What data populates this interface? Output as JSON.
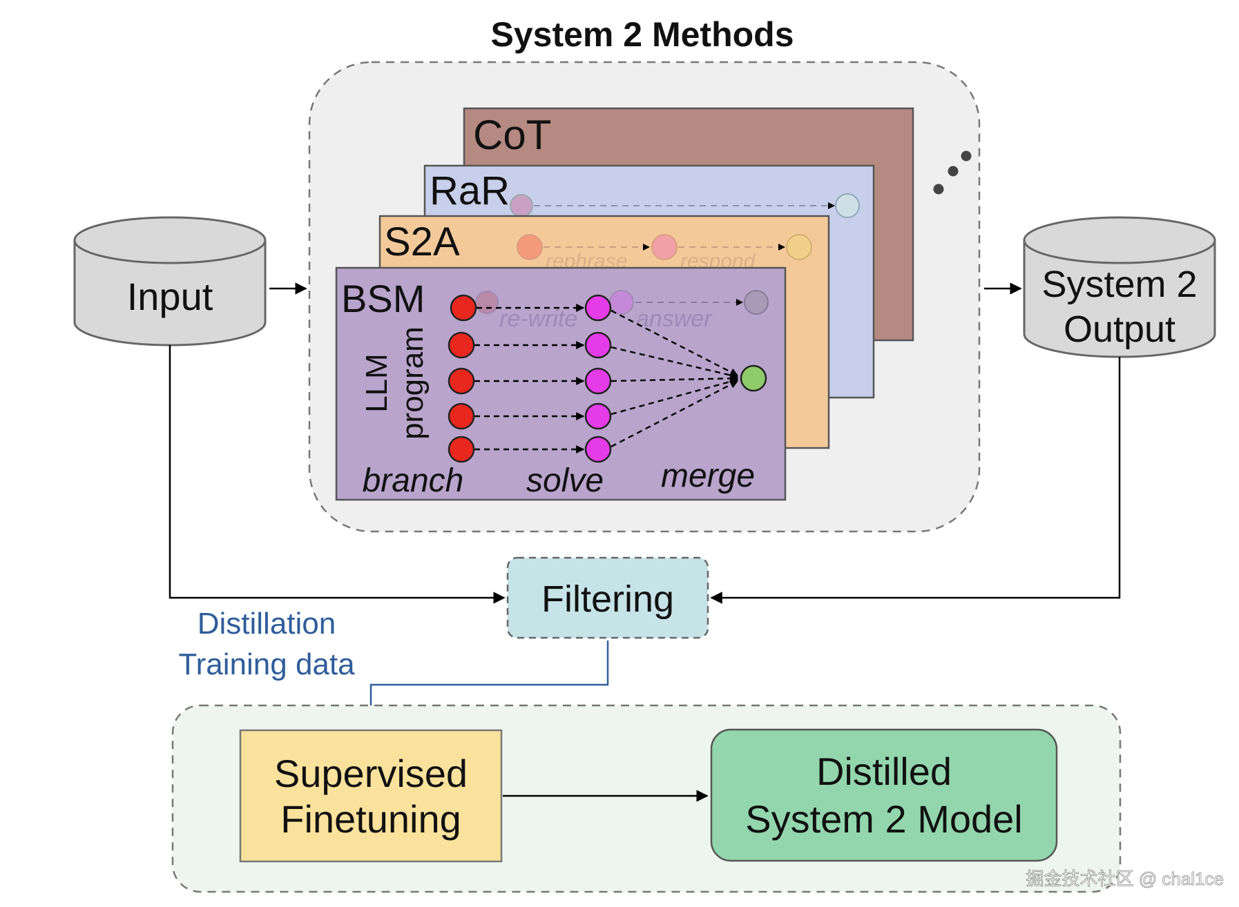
{
  "title": "System 2 Methods",
  "input_label": "Input",
  "output_label_line1": "System 2",
  "output_label_line2": "Output",
  "filtering_label": "Filtering",
  "distillation_line1": "Distillation",
  "distillation_line2": "Training data",
  "sft_line1": "Supervised",
  "sft_line2": "Finetuning",
  "distilled_line1": "Distilled",
  "distilled_line2": "System 2 Model",
  "methods": {
    "cot": {
      "label": "CoT",
      "color": "#b58a82"
    },
    "rar": {
      "label": "RaR",
      "color": "#c7cfea"
    },
    "s2a": {
      "label": "S2A",
      "color": "#f4c99a",
      "edge_label_1": "rephrase",
      "edge_label_2": "respond"
    },
    "bsm": {
      "label": "BSM",
      "color": "#b9a4cc",
      "side_label_1": "LLM",
      "side_label_2": "program",
      "stage_branch": "branch",
      "stage_solve": "solve",
      "stage_merge": "merge",
      "ghost_label_1": "re-write",
      "ghost_label_2": "answer"
    }
  },
  "colors": {
    "branch_node": "#e8281f",
    "solve_node": "#e43ce6",
    "merge_node": "#8fcb6b",
    "filtering_fill": "#c6e3e8",
    "sft_fill": "#fbe29c",
    "distilled_fill": "#93d6ad",
    "distill_text": "#2f5d9a"
  },
  "watermark": "掘金技术社区 @ chal1ce"
}
